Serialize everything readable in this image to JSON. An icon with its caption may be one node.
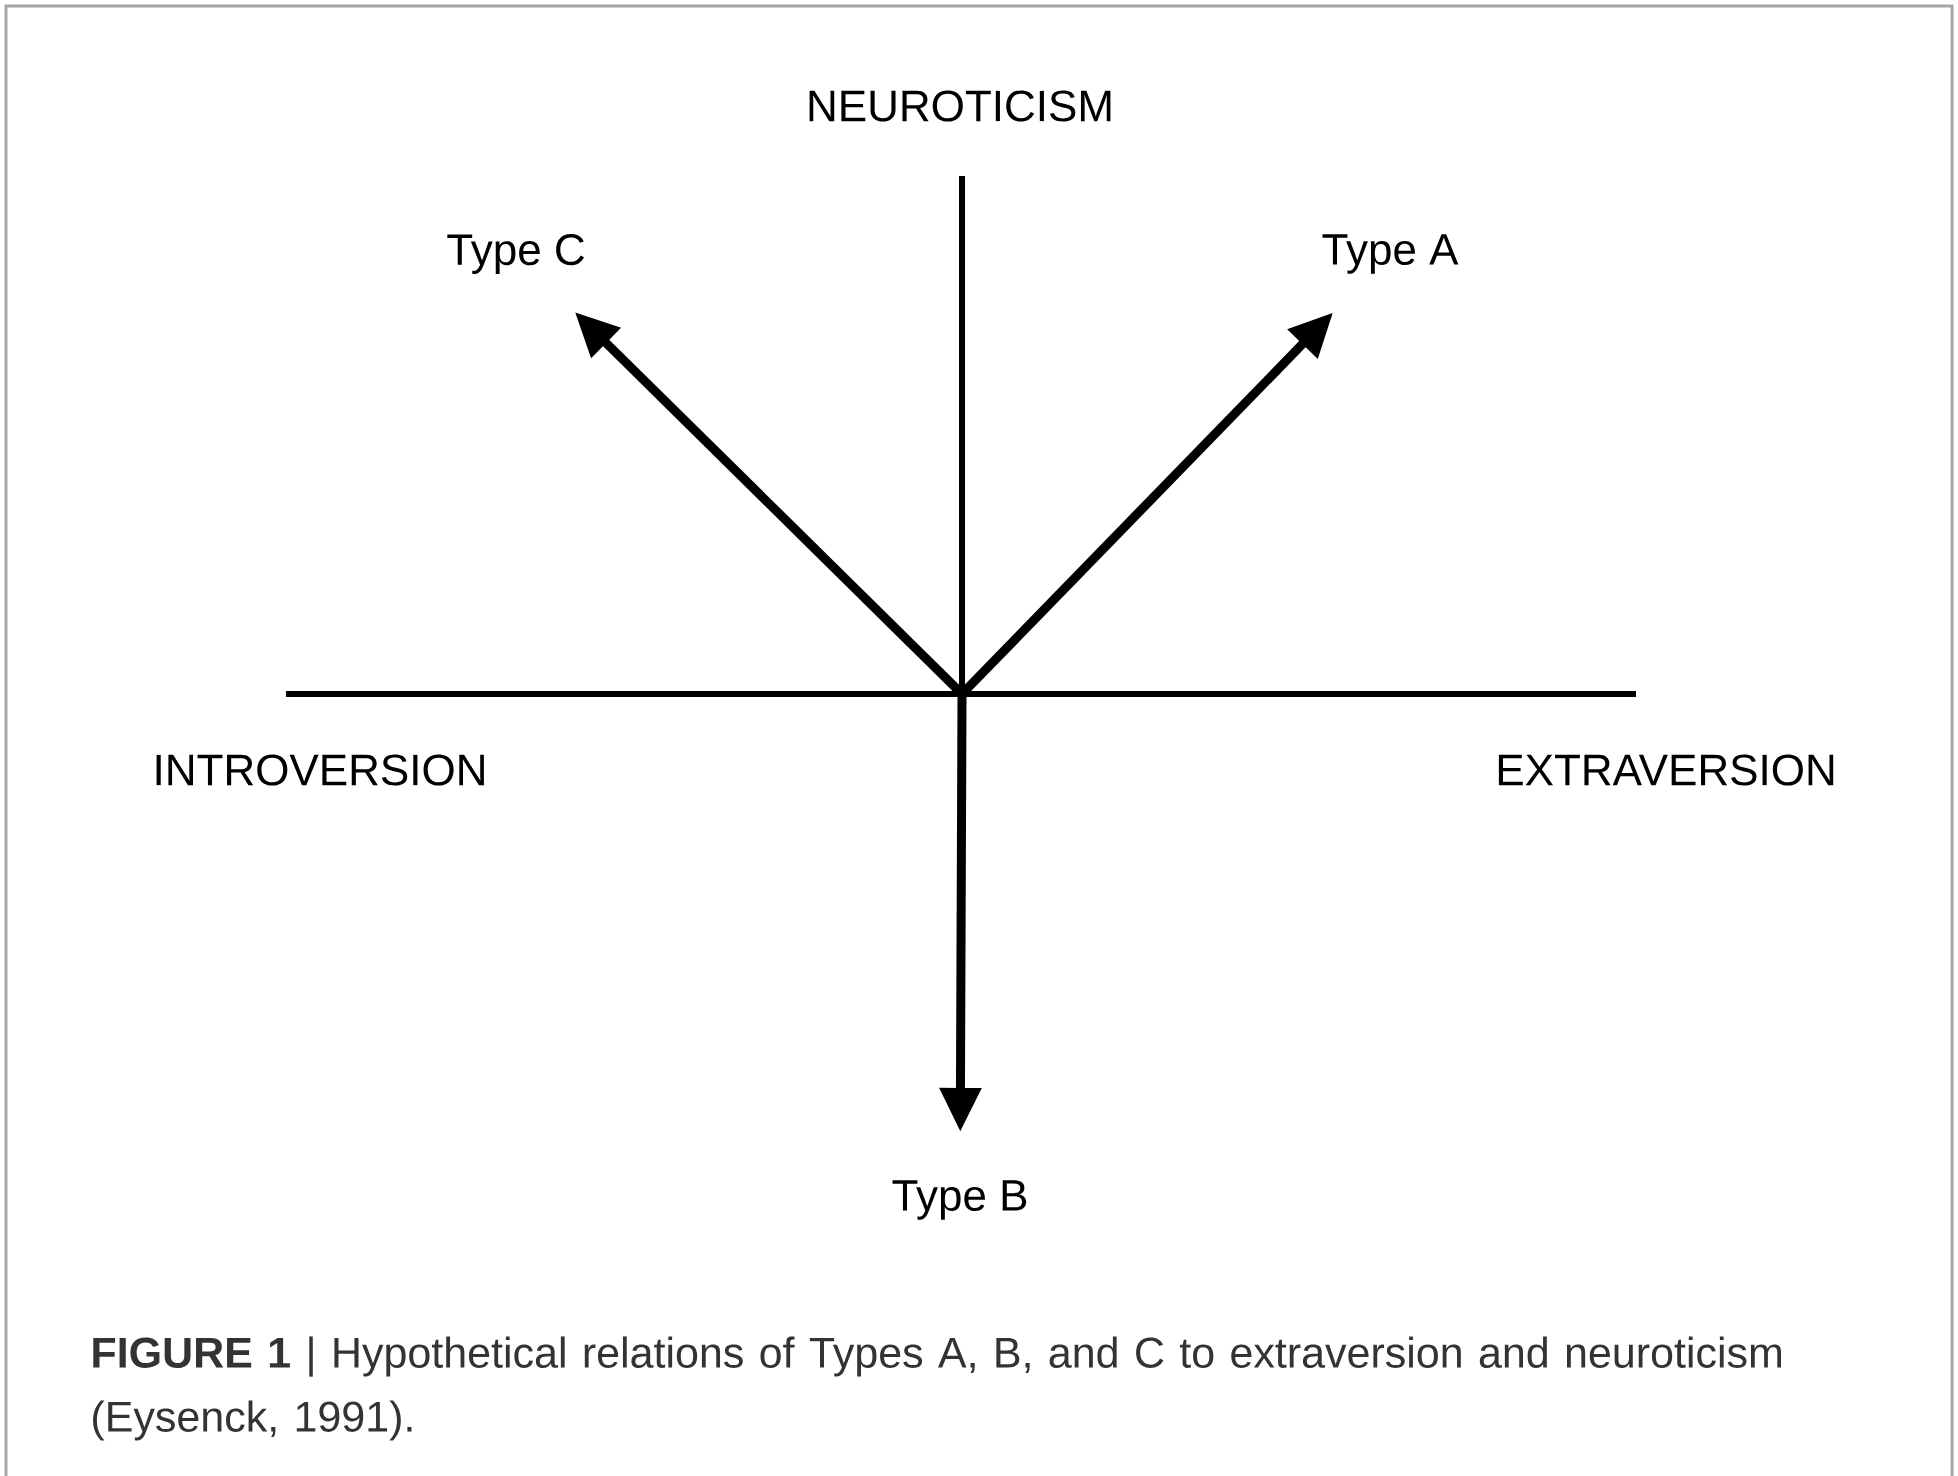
{
  "diagram": {
    "caption": "**FIGURE 1** | Hypothetical relations of Types A, B, and C to extraversion and neuroticism (Eysenck, 1991).",
    "nodes": [
      {
        "text": [
          "Type C"
        ]
      },
      {
        "text": [
          "Type A"
        ]
      },
      {
        "text": [
          "Type B"
        ]
      }
    ],
    "edges": [
      {
        "from": null,
        "to": 0,
        "arrow": "to"
      },
      {
        "from": null,
        "to": 1,
        "arrow": "to"
      },
      {
        "from": null,
        "to": 2,
        "arrow": "to"
      }
    ],
    "labels": [
      "NEUROTICISM",
      "INTROVERSION",
      "EXTRAVERSION"
    ]
  }
}
